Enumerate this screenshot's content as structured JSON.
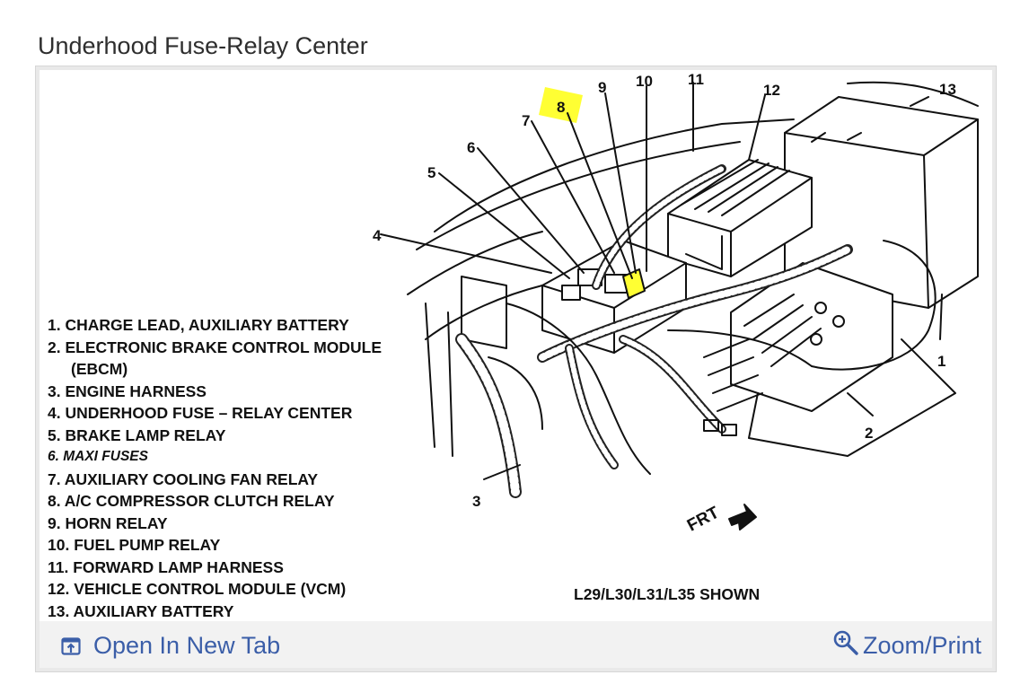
{
  "page": {
    "title": "Underhood Fuse-Relay Center"
  },
  "diagram": {
    "callouts": [
      "1",
      "2",
      "3",
      "4",
      "5",
      "6",
      "7",
      "8",
      "9",
      "10",
      "11",
      "12",
      "13"
    ],
    "highlight_color": "#ffff33",
    "shown_note": "L29/L30/L31/L35 SHOWN",
    "frt_label": "FRT",
    "legend": [
      "1. CHARGE LEAD, AUXILIARY BATTERY",
      "2. ELECTRONIC BRAKE CONTROL MODULE",
      "(EBCM)",
      "3. ENGINE HARNESS",
      "4. UNDERHOOD FUSE – RELAY CENTER",
      "5. BRAKE LAMP RELAY",
      "6. MAXI FUSES",
      "7. AUXILIARY COOLING FAN RELAY",
      "8. A/C COMPRESSOR CLUTCH RELAY",
      "9. HORN RELAY",
      "10. FUEL PUMP RELAY",
      "11. FORWARD LAMP HARNESS",
      "12. VEHICLE CONTROL MODULE (VCM)",
      "13. AUXILIARY BATTERY"
    ]
  },
  "footer": {
    "open_tab_label": "Open In New Tab",
    "open_tab_icon": "open-in-new-tab-icon",
    "zoom_label": "Zoom/Print",
    "zoom_icon": "zoom-in-icon",
    "link_color": "#3b5ea8"
  }
}
